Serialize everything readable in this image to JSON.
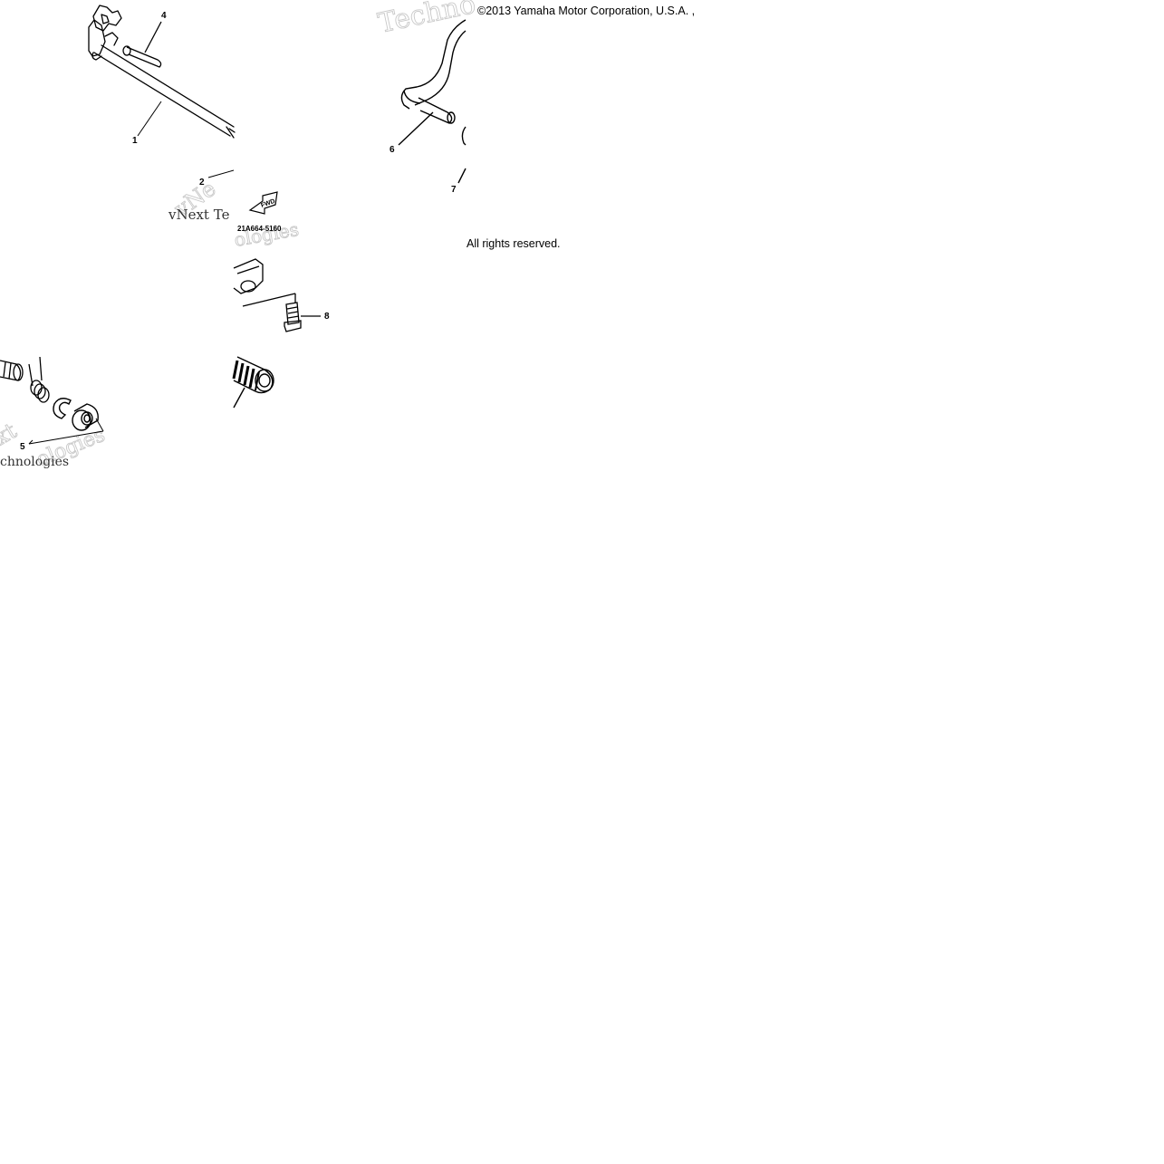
{
  "copyright": "©2013 Yamaha Motor Corporation, U.S.A. ,",
  "rights": "All rights reserved.",
  "part_code": "21A664-5160",
  "fwd_label": "FWD",
  "callouts": [
    "1",
    "2",
    "4",
    "5",
    "6",
    "7",
    "8"
  ],
  "watermark": {
    "brand_a": "vNext Te",
    "brand_b": "chnologies",
    "brand_c": "Techno",
    "brand_d": "vNe",
    "brand_e": "ologies",
    "brand_f": "xt"
  },
  "colors": {
    "ink": "#000000",
    "watermark": "#c9c9c9",
    "background": "#ffffff"
  }
}
